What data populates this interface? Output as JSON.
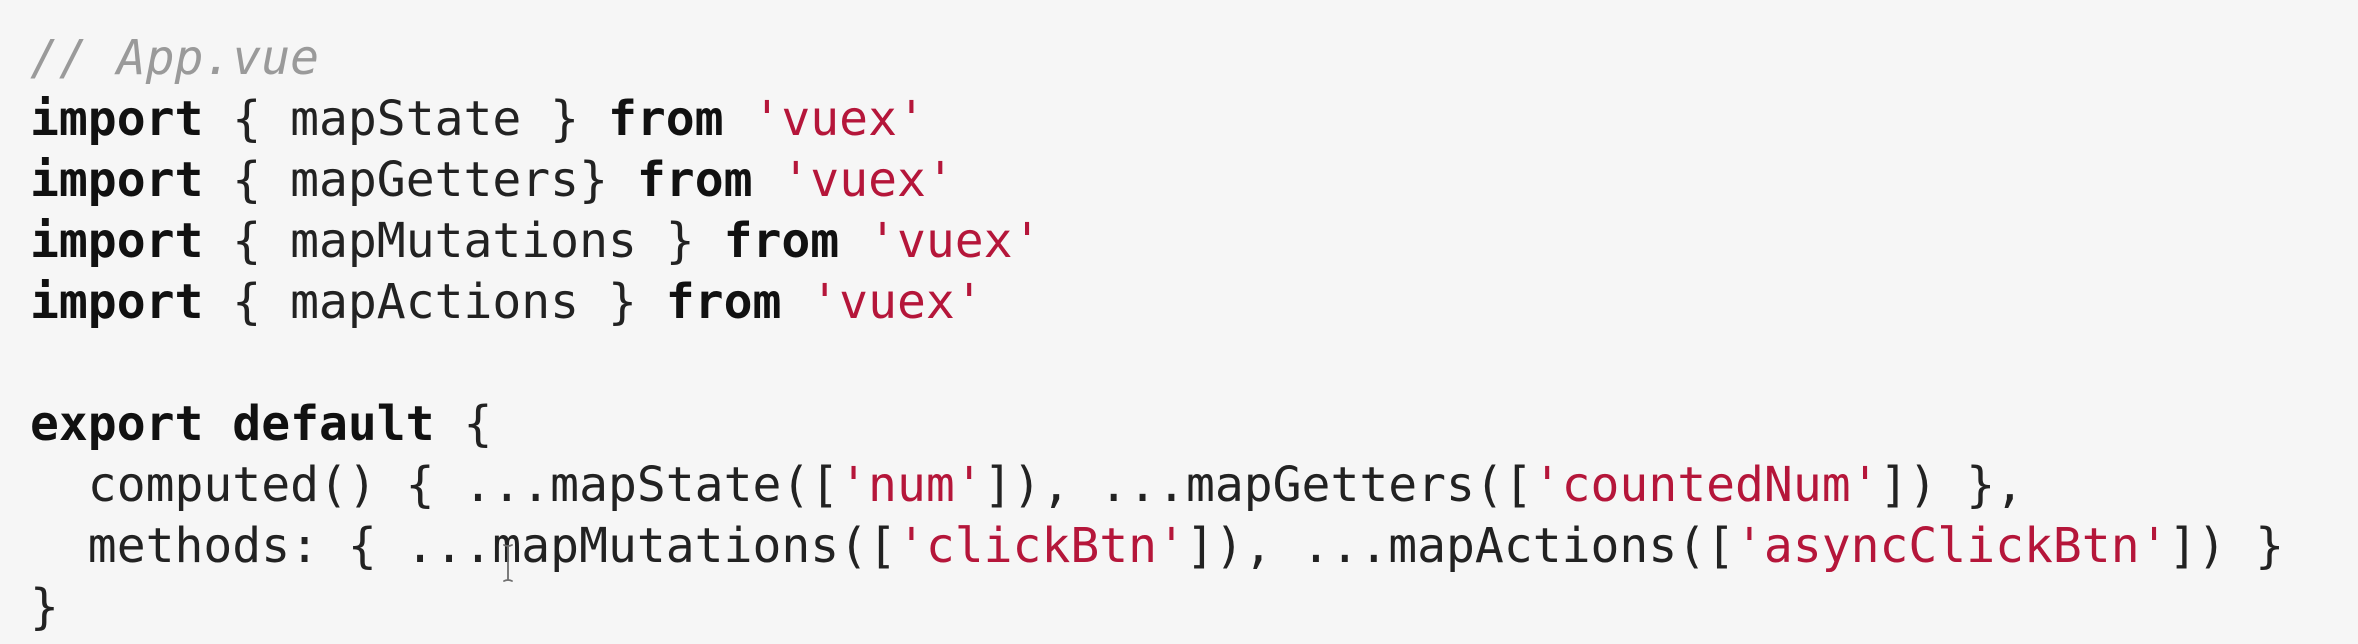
{
  "file_comment": "// App.vue",
  "imports": [
    {
      "keyword": "import",
      "braces": "{ mapState }",
      "from_keyword": "from",
      "module": "'vuex'"
    },
    {
      "keyword": "import",
      "braces": "{ mapGetters}",
      "from_keyword": "from",
      "module": "'vuex'"
    },
    {
      "keyword": "import",
      "braces": "{ mapMutations }",
      "from_keyword": "from",
      "module": "'vuex'"
    },
    {
      "keyword": "import",
      "braces": "{ mapActions }",
      "from_keyword": "from",
      "module": "'vuex'"
    }
  ],
  "export_line": {
    "keywords": "export default",
    "open": "{"
  },
  "computed_line": {
    "prefix": "  computed() { ...mapState([",
    "arg1": "'num'",
    "middle": "]), ...mapGetters([",
    "arg2": "'countedNum'",
    "suffix": "]) },"
  },
  "methods_line": {
    "prefix": "  methods: { ...mapMutations([",
    "arg1": "'clickBtn'",
    "middle": "]), ...mapActions([",
    "arg2": "'asyncClickBtn'",
    "suffix": "]) }"
  },
  "closing_brace": "}",
  "colors": {
    "background": "#f6f6f6",
    "keyword": "#111111",
    "string": "#b5163a",
    "comment": "#9a9a9a",
    "text": "#222222"
  },
  "icons": {
    "text_cursor": "i-beam-cursor-icon"
  }
}
